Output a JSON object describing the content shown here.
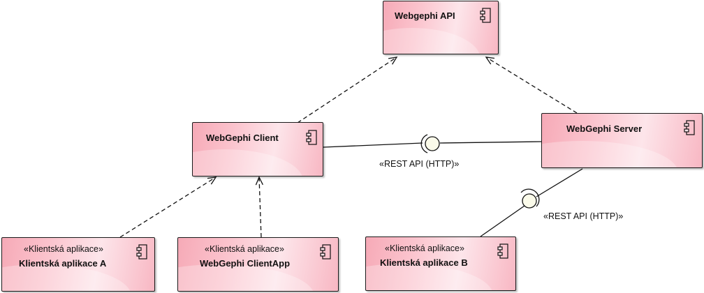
{
  "components": {
    "webgephi_api": {
      "title": "Webgephi API"
    },
    "webgephi_client": {
      "title": "WebGephi Client"
    },
    "webgephi_server": {
      "title": "WebGephi Server"
    },
    "klient_a": {
      "stereotype": "«Klientská aplikace»",
      "title": "Klientská aplikace A"
    },
    "clientapp": {
      "stereotype": "«Klientská aplikace»",
      "title": "WebGephi ClientApp"
    },
    "klient_b": {
      "stereotype": "«Klientská aplikace»",
      "title": "Klientská aplikace B"
    }
  },
  "interfaces": {
    "rest_1": {
      "label": "«REST API (HTTP)»"
    },
    "rest_2": {
      "label": "«REST API (HTTP)»"
    }
  },
  "colors": {
    "component_fill": "#fbc3cd",
    "component_border": "#1a1a1a",
    "interface_fill": "#fbfbea"
  }
}
